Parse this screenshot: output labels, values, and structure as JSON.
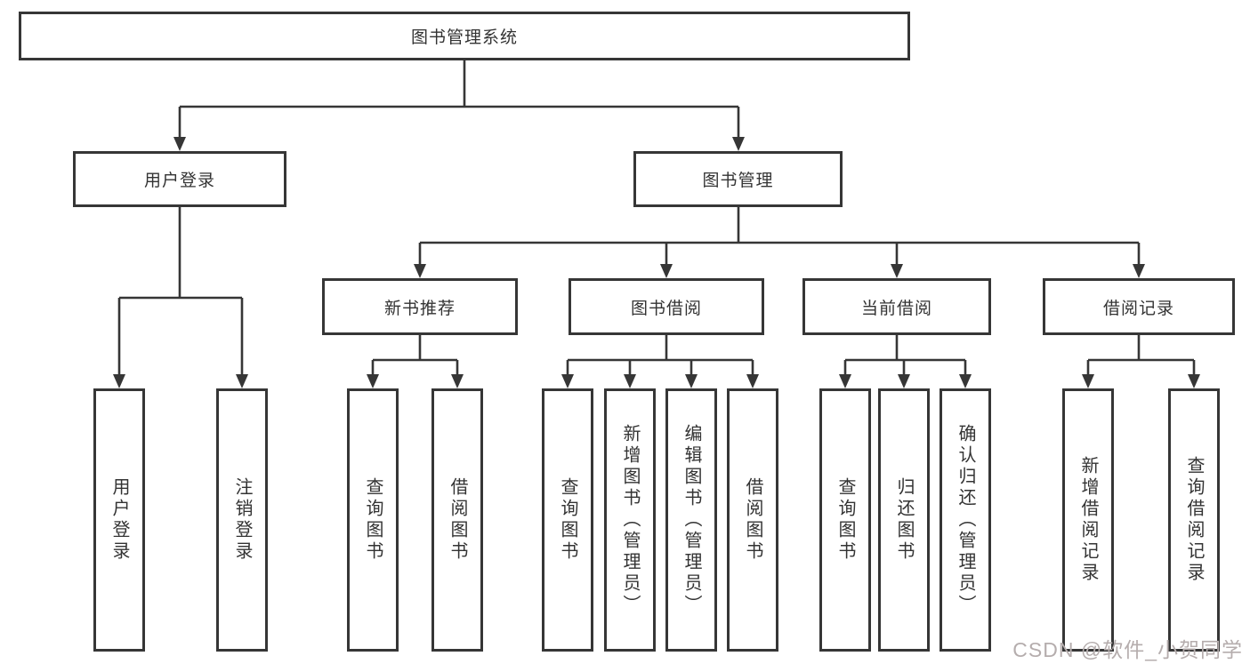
{
  "diagram_title": "图书管理系统",
  "tree": {
    "root": {
      "label": "图书管理系统"
    },
    "modules": [
      {
        "label": "用户登录",
        "children": [
          {
            "label": "用户登录"
          },
          {
            "label": "注销登录"
          }
        ]
      },
      {
        "label": "图书管理",
        "children": [
          {
            "label": "新书推荐",
            "children": [
              {
                "label": "查询图书"
              },
              {
                "label": "借阅图书"
              }
            ]
          },
          {
            "label": "图书借阅",
            "children": [
              {
                "label": "查询图书"
              },
              {
                "label": "新增图书（管理员）"
              },
              {
                "label": "编辑图书（管理员）"
              },
              {
                "label": "借阅图书"
              }
            ]
          },
          {
            "label": "当前借阅",
            "children": [
              {
                "label": "查询图书"
              },
              {
                "label": "归还图书"
              },
              {
                "label": "确认归还（管理员）"
              }
            ]
          },
          {
            "label": "借阅记录",
            "children": [
              {
                "label": "新增借阅记录"
              },
              {
                "label": "查询借阅记录"
              }
            ]
          }
        ]
      }
    ]
  },
  "watermark": {
    "text": "CSDN @软件_小贺同学"
  },
  "colors": {
    "line": "#363636",
    "box_border": "#363636",
    "text": "#333333",
    "background": "#ffffff",
    "watermark": "#b5adad"
  }
}
